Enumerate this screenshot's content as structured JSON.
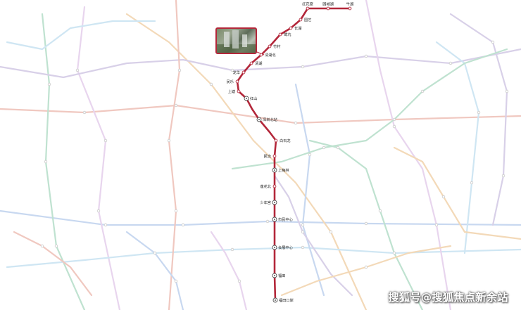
{
  "map": {
    "highlight_line_color": "#b3273a",
    "background_line_colors": [
      "#f0c8c0",
      "#c8d8f0",
      "#bfe2d0",
      "#e8d5ee",
      "#f3d9b8",
      "#d8d0e8",
      "#cfe6f3"
    ],
    "highlight_stations": [
      {
        "id": "s1",
        "label": "红花窟"
      },
      {
        "id": "s2",
        "label": "园城湖"
      },
      {
        "id": "s3",
        "label": "牛湖"
      },
      {
        "id": "s4",
        "label": "园艺"
      },
      {
        "id": "s5",
        "label": "长湖"
      },
      {
        "id": "s6",
        "label": "鹭坑"
      },
      {
        "id": "s7",
        "label": "竹村"
      },
      {
        "id": "s8",
        "label": "清湖北"
      },
      {
        "id": "s9",
        "label": "清湖"
      },
      {
        "id": "s10",
        "label": "龙华"
      },
      {
        "id": "s11",
        "label": "民乐"
      },
      {
        "id": "s12",
        "label": "上塘"
      },
      {
        "id": "s13",
        "label": "红山"
      },
      {
        "id": "s14",
        "label": "深圳北站"
      },
      {
        "id": "s15",
        "label": "白石龙"
      },
      {
        "id": "s16",
        "label": "民治"
      },
      {
        "id": "s17",
        "label": "上梅林"
      },
      {
        "id": "s18",
        "label": "莲花北"
      },
      {
        "id": "s19",
        "label": "少年宫"
      },
      {
        "id": "s20",
        "label": "市民中心"
      },
      {
        "id": "s21",
        "label": "会展中心"
      },
      {
        "id": "s22",
        "label": "福田"
      },
      {
        "id": "s23",
        "label": "福田口岸"
      }
    ]
  },
  "watermark": "搜狐号@搜狐焦点新余站"
}
